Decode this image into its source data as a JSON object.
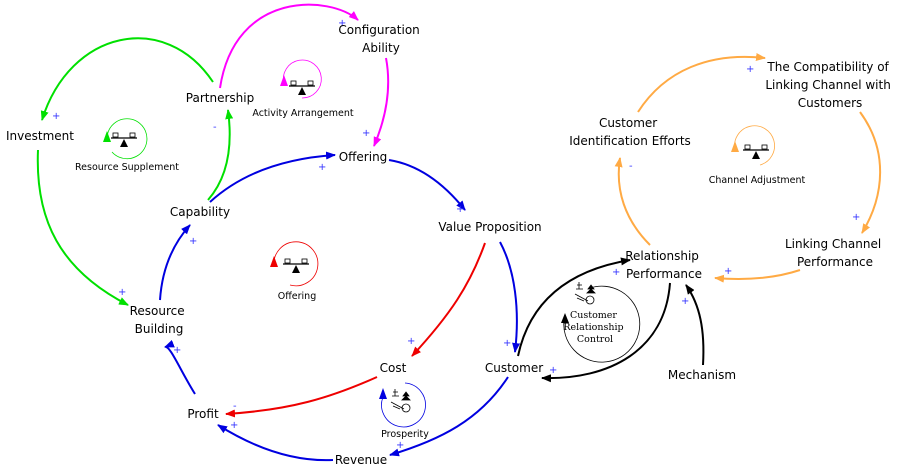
{
  "diagram": {
    "title": "Causal Loop Diagram",
    "colors": {
      "green": "#00e000",
      "magenta": "#ff00ff",
      "blue": "#0000e0",
      "red": "#ee0000",
      "orange": "#ffaa44",
      "black": "#000000",
      "polarity": "#3333ff"
    },
    "nodes": [
      {
        "id": "configuration_ability",
        "lines": [
          "Configuration",
          "Ability"
        ]
      },
      {
        "id": "partnership",
        "lines": [
          "Partnership"
        ]
      },
      {
        "id": "investment",
        "lines": [
          "Investment"
        ]
      },
      {
        "id": "offering",
        "lines": [
          "Offering"
        ]
      },
      {
        "id": "capability",
        "lines": [
          "Capability"
        ]
      },
      {
        "id": "value_proposition",
        "lines": [
          "Value Proposition"
        ]
      },
      {
        "id": "resource_building",
        "lines": [
          "Resource",
          "Building"
        ]
      },
      {
        "id": "cost",
        "lines": [
          "Cost"
        ]
      },
      {
        "id": "customer",
        "lines": [
          "Customer"
        ]
      },
      {
        "id": "profit",
        "lines": [
          "Profit"
        ]
      },
      {
        "id": "revenue",
        "lines": [
          "Revenue"
        ]
      },
      {
        "id": "customer_identification_efforts",
        "lines": [
          "Customer",
          "Identification Efforts"
        ]
      },
      {
        "id": "compatibility_linking_channel",
        "lines": [
          "The Compatibility of",
          "Linking Channel with",
          "Customers"
        ]
      },
      {
        "id": "linking_channel_performance",
        "lines": [
          "Linking Channel",
          "Performance"
        ]
      },
      {
        "id": "relationship_performance",
        "lines": [
          "Relationship",
          "Performance"
        ]
      },
      {
        "id": "mechanism",
        "lines": [
          "Mechanism"
        ]
      }
    ],
    "links": [
      {
        "from": "partnership",
        "to": "configuration_ability",
        "color": "magenta",
        "polarity": "+"
      },
      {
        "from": "configuration_ability",
        "to": "offering",
        "color": "magenta",
        "polarity": "+"
      },
      {
        "from": "partnership",
        "to": "investment",
        "color": "green",
        "polarity": "+"
      },
      {
        "from": "investment",
        "to": "resource_building",
        "color": "green",
        "polarity": "+"
      },
      {
        "from": "capability",
        "to": "partnership",
        "color": "green",
        "polarity": "-"
      },
      {
        "from": "capability",
        "to": "offering",
        "color": "blue",
        "polarity": "+"
      },
      {
        "from": "offering",
        "to": "value_proposition",
        "color": "blue",
        "polarity": "+"
      },
      {
        "from": "value_proposition",
        "to": "customer",
        "color": "blue",
        "polarity": "+"
      },
      {
        "from": "value_proposition",
        "to": "cost",
        "color": "red",
        "polarity": "+"
      },
      {
        "from": "cost",
        "to": "profit",
        "color": "red",
        "polarity": "-"
      },
      {
        "from": "customer",
        "to": "revenue",
        "color": "blue",
        "polarity": "+"
      },
      {
        "from": "revenue",
        "to": "profit",
        "color": "blue",
        "polarity": "+"
      },
      {
        "from": "profit",
        "to": "resource_building",
        "color": "blue",
        "polarity": "+"
      },
      {
        "from": "resource_building",
        "to": "capability",
        "color": "blue",
        "polarity": "+"
      },
      {
        "from": "customer",
        "to": "relationship_performance",
        "color": "black",
        "polarity": "+"
      },
      {
        "from": "relationship_performance",
        "to": "customer",
        "color": "black",
        "polarity": "+"
      },
      {
        "from": "mechanism",
        "to": "relationship_performance",
        "color": "black",
        "polarity": "+"
      },
      {
        "from": "relationship_performance",
        "to": "customer_identification_efforts",
        "color": "orange",
        "polarity": "-"
      },
      {
        "from": "customer_identification_efforts",
        "to": "compatibility_linking_channel",
        "color": "orange",
        "polarity": "+"
      },
      {
        "from": "compatibility_linking_channel",
        "to": "linking_channel_performance",
        "color": "orange",
        "polarity": "+"
      },
      {
        "from": "linking_channel_performance",
        "to": "relationship_performance",
        "color": "orange",
        "polarity": "+"
      }
    ],
    "loops": [
      {
        "id": "resource_supplement",
        "label": "Resource Supplement",
        "type": "balancing",
        "icon": "seesaw-icon",
        "color": "green"
      },
      {
        "id": "activity_arrangement",
        "label": "Activity Arrangement",
        "type": "balancing",
        "icon": "seesaw-icon",
        "color": "magenta"
      },
      {
        "id": "offering_loop",
        "label": "Offering",
        "type": "balancing",
        "icon": "seesaw-icon",
        "color": "red"
      },
      {
        "id": "prosperity",
        "label": "Prosperity",
        "type": "reinforcing",
        "icon": "snowball-icon",
        "color": "blue"
      },
      {
        "id": "customer_relationship_control",
        "lines": [
          "Customer",
          "Relationship",
          "Control"
        ],
        "type": "reinforcing",
        "icon": "snowball-icon",
        "color": "black"
      },
      {
        "id": "channel_adjustment",
        "label": "Channel Adjustment",
        "type": "balancing",
        "icon": "seesaw-icon",
        "color": "orange"
      }
    ]
  }
}
